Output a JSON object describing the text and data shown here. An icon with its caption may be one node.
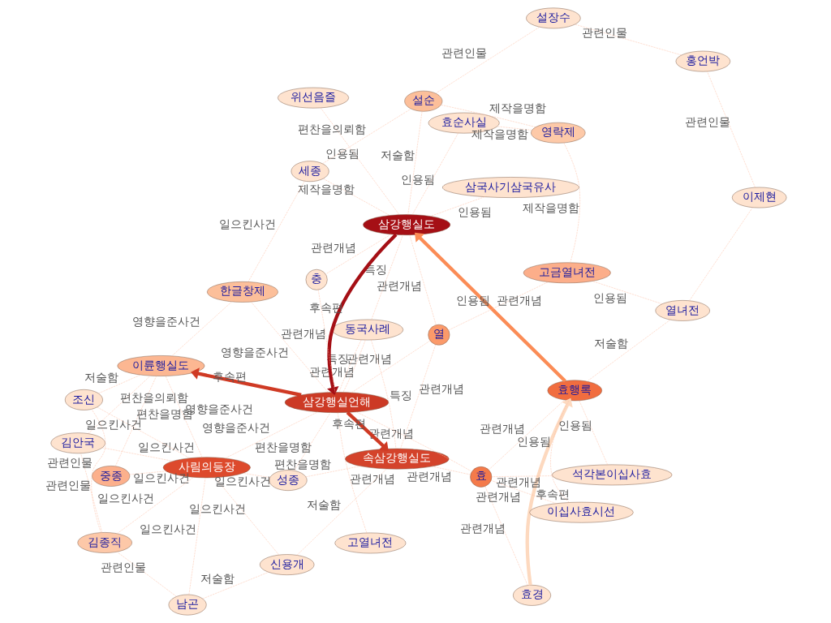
{
  "diagram": {
    "nodes": [
      {
        "text": [
          "효경"
        ]
      },
      {
        "text": [
          "효행록"
        ]
      },
      {
        "text": [
          "열녀전"
        ]
      },
      {
        "text": [
          "이제현"
        ]
      },
      {
        "text": [
          "이십사효시선"
        ]
      },
      {
        "text": [
          "석각본이십사효"
        ]
      },
      {
        "text": [
          "홍언박"
        ]
      },
      {
        "text": [
          "고열녀전"
        ]
      },
      {
        "text": [
          "효"
        ]
      },
      {
        "text": [
          "고금열녀전"
        ]
      },
      {
        "text": [
          "영락제"
        ]
      },
      {
        "text": [
          "효순사실"
        ]
      },
      {
        "text": [
          "설장수"
        ]
      },
      {
        "text": [
          "속삼강행실도"
        ]
      },
      {
        "text": [
          "열"
        ]
      },
      {
        "text": [
          "동국사례"
        ]
      },
      {
        "text": [
          "삼강행실도"
        ]
      },
      {
        "text": [
          "위선음즐"
        ]
      },
      {
        "text": [
          "신용개"
        ]
      },
      {
        "text": [
          "설순"
        ]
      },
      {
        "text": [
          "삼강행실언해"
        ]
      },
      {
        "text": [
          "충"
        ]
      },
      {
        "text": [
          "삼국사기삼국유사"
        ]
      },
      {
        "text": [
          "남곤"
        ]
      },
      {
        "text": [
          "성종"
        ]
      },
      {
        "text": [
          "세종"
        ]
      },
      {
        "text": [
          "중종"
        ]
      },
      {
        "text": [
          "사림의등장"
        ]
      },
      {
        "text": [
          "한글창제"
        ]
      },
      {
        "text": [
          "김종직"
        ]
      },
      {
        "text": [
          "이륜행실도"
        ]
      },
      {
        "text": [
          "김안국"
        ]
      },
      {
        "text": [
          "조신"
        ]
      }
    ],
    "edges": [
      {
        "from": 0,
        "to": 1,
        "arrow": "to",
        "label": "후속편",
        "style": "thick",
        "color": "#fdd9bf"
      },
      {
        "from": 1,
        "to": 16,
        "arrow": "to",
        "label": "인용됨",
        "style": "thick",
        "color": "#fb8c56"
      },
      {
        "from": 16,
        "to": 20,
        "arrow": "to",
        "label": "후속편",
        "style": "thick",
        "color": "#a50f15"
      },
      {
        "from": 20,
        "to": 13,
        "arrow": "to",
        "label": "후속편",
        "style": "thick",
        "color": "#cf3a24"
      },
      {
        "from": 20,
        "to": 30,
        "arrow": "to",
        "label": "후속편",
        "style": "thick",
        "color": "#cf3a24"
      },
      {
        "from": 0,
        "to": 8,
        "arrow": "none",
        "label": "관련개념",
        "style": "dashed"
      },
      {
        "from": 4,
        "to": 1,
        "arrow": "none",
        "label": "인용됨",
        "style": "dashed"
      },
      {
        "from": 5,
        "to": 1,
        "arrow": "none",
        "label": "인용됨",
        "style": "dashed"
      },
      {
        "from": 8,
        "to": 1,
        "arrow": "none",
        "label": "관련개념",
        "style": "dashed"
      },
      {
        "from": 2,
        "to": 1,
        "arrow": "none",
        "label": "저술함",
        "style": "dashed"
      },
      {
        "from": 2,
        "to": 3,
        "arrow": "none",
        "style": "dashed"
      },
      {
        "from": 2,
        "to": 9,
        "arrow": "none",
        "label": "인용됨",
        "style": "dashed"
      },
      {
        "from": 3,
        "to": 6,
        "arrow": "none",
        "label": "관련인물",
        "style": "dashed"
      },
      {
        "from": 4,
        "to": 8,
        "arrow": "none",
        "label": "관련개념",
        "style": "dashed"
      },
      {
        "from": 5,
        "to": 8,
        "arrow": "none",
        "label": "관련개념",
        "style": "dashed"
      },
      {
        "from": 8,
        "to": 13,
        "arrow": "none",
        "label": "관련개념",
        "style": "dashed"
      },
      {
        "from": 7,
        "to": 20,
        "arrow": "none",
        "label": "관련개념",
        "style": "dashed"
      },
      {
        "from": 14,
        "to": 9,
        "arrow": "none",
        "label": "관련개념",
        "style": "dashed"
      },
      {
        "from": 10,
        "to": 9,
        "arrow": "none",
        "label": "제작을명함",
        "style": "dashed"
      },
      {
        "from": 10,
        "to": 11,
        "arrow": "none",
        "label": "제작을명함",
        "style": "dashed"
      },
      {
        "from": 10,
        "to": 19,
        "arrow": "none",
        "label": "제작을명함",
        "style": "dashed"
      },
      {
        "from": 6,
        "to": 12,
        "arrow": "none",
        "label": "관련인물",
        "style": "dashed"
      },
      {
        "from": 12,
        "to": 19,
        "arrow": "none",
        "label": "관련인물",
        "style": "dashed"
      },
      {
        "from": 11,
        "to": 16,
        "arrow": "none",
        "label": "인용됨",
        "style": "dashed"
      },
      {
        "from": 17,
        "to": 16,
        "arrow": "none",
        "label": "인용됨",
        "style": "dashed"
      },
      {
        "from": 19,
        "to": 16,
        "arrow": "none",
        "label": "저술함",
        "style": "dashed"
      },
      {
        "from": 22,
        "to": 16,
        "arrow": "none",
        "label": "인용됨",
        "style": "dashed"
      },
      {
        "from": 16,
        "to": 21,
        "arrow": "none",
        "label": "관련개념",
        "style": "dashed"
      },
      {
        "from": 25,
        "to": 16,
        "arrow": "none",
        "label": "제작을명함",
        "style": "dashed"
      },
      {
        "from": 14,
        "to": 16,
        "arrow": "none",
        "label": "관련개념",
        "style": "dashed"
      },
      {
        "from": 15,
        "to": 16,
        "arrow": "none",
        "label": "특징",
        "style": "dashed"
      },
      {
        "from": 14,
        "to": 13,
        "arrow": "none",
        "label": "관련개념",
        "style": "dashed"
      },
      {
        "from": 15,
        "to": 13,
        "arrow": "none",
        "label": "특징",
        "style": "dashed"
      },
      {
        "from": 14,
        "to": 20,
        "arrow": "none",
        "label": "관련개념",
        "style": "dashed"
      },
      {
        "from": 15,
        "to": 20,
        "arrow": "none",
        "label": "관련개념",
        "style": "dashed"
      },
      {
        "from": 8,
        "to": 20,
        "arrow": "none",
        "label": "관련개념",
        "style": "dashed"
      },
      {
        "from": 21,
        "to": 20,
        "arrow": "none",
        "label": "관련개념",
        "style": "dashed"
      },
      {
        "from": 15,
        "to": 20,
        "arrow": "none",
        "label": "특징",
        "style": "dashed"
      },
      {
        "from": 18,
        "to": 13,
        "arrow": "none",
        "label": "저술함",
        "style": "dashed"
      },
      {
        "from": 23,
        "to": 18,
        "arrow": "none",
        "label": "저술함",
        "style": "dashed"
      },
      {
        "from": 24,
        "to": 13,
        "arrow": "none",
        "label": "편찬을명함",
        "style": "dashed"
      },
      {
        "from": 24,
        "to": 20,
        "arrow": "none",
        "label": "편찬을명함",
        "style": "dashed"
      },
      {
        "from": 27,
        "to": 20,
        "arrow": "none",
        "label": "영향을준사건",
        "style": "dashed"
      },
      {
        "from": 28,
        "to": 20,
        "arrow": "none",
        "label": "영향을준사건",
        "style": "dashed"
      },
      {
        "from": 23,
        "to": 29,
        "arrow": "none",
        "label": "관련인물",
        "style": "dashed"
      },
      {
        "from": 23,
        "to": 27,
        "arrow": "none",
        "label": "일으킨사건",
        "style": "dashed"
      },
      {
        "from": 18,
        "to": 27,
        "arrow": "none",
        "label": "일으킨사건",
        "style": "dashed"
      },
      {
        "from": 26,
        "to": 27,
        "arrow": "none",
        "label": "일으킨사건",
        "style": "dashed"
      },
      {
        "from": 24,
        "to": 27,
        "arrow": "none",
        "label": "일으킨사건",
        "style": "dashed"
      },
      {
        "from": 29,
        "to": 27,
        "arrow": "none",
        "label": "일으킨사건",
        "style": "dashed"
      },
      {
        "from": 31,
        "to": 27,
        "arrow": "none",
        "label": "일으킨사건",
        "style": "dashed"
      },
      {
        "from": 32,
        "to": 27,
        "arrow": "none",
        "label": "일으킨사건",
        "style": "dashed"
      },
      {
        "from": 27,
        "to": 30,
        "arrow": "none",
        "label": "영향을준사건",
        "style": "dashed"
      },
      {
        "from": 29,
        "to": 31,
        "arrow": "none",
        "label": "관련인물",
        "style": "dashed"
      },
      {
        "from": 29,
        "to": 32,
        "arrow": "none",
        "label": "관련인물",
        "style": "dashed"
      },
      {
        "from": 31,
        "to": 30,
        "arrow": "none",
        "label": "편찬을의뢰함",
        "style": "dashed"
      },
      {
        "from": 32,
        "to": 30,
        "arrow": "none",
        "label": "저술함",
        "style": "dashed"
      },
      {
        "from": 26,
        "to": 30,
        "arrow": "none",
        "label": "편찬을명함",
        "style": "dashed"
      },
      {
        "from": 28,
        "to": 30,
        "arrow": "none",
        "label": "영향을준사건",
        "style": "dashed"
      },
      {
        "from": 25,
        "to": 28,
        "arrow": "none",
        "label": "일으킨사건",
        "style": "dashed"
      },
      {
        "from": 25,
        "to": 19,
        "arrow": "none",
        "label": "편찬을의뢰함",
        "style": "dashed"
      }
    ]
  }
}
